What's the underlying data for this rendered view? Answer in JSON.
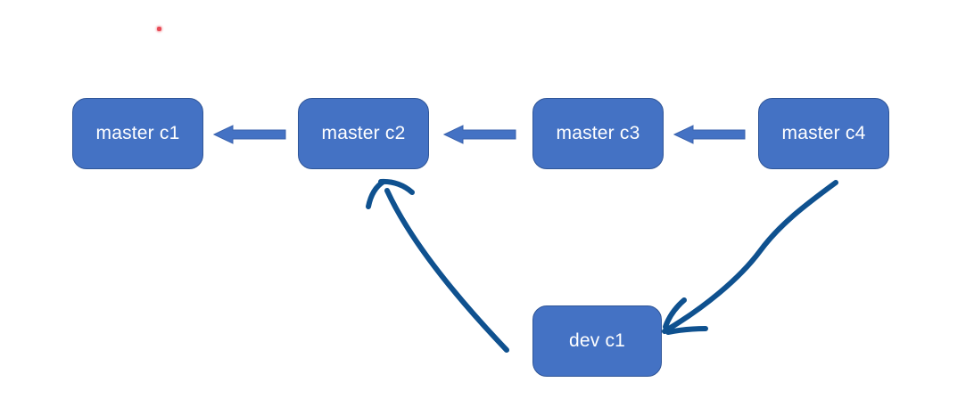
{
  "diagram": {
    "nodes": [
      {
        "id": "master-c1",
        "label": "master c1"
      },
      {
        "id": "master-c2",
        "label": "master c2"
      },
      {
        "id": "master-c3",
        "label": "master c3"
      },
      {
        "id": "master-c4",
        "label": "master c4"
      },
      {
        "id": "dev-c1",
        "label": "dev c1"
      }
    ],
    "edges": [
      {
        "from": "master c2",
        "to": "master c1",
        "style": "block-arrow"
      },
      {
        "from": "master c3",
        "to": "master c2",
        "style": "block-arrow"
      },
      {
        "from": "master c4",
        "to": "master c3",
        "style": "block-arrow"
      },
      {
        "from": "dev c1",
        "to": "master c2",
        "style": "hand-drawn-arrow"
      },
      {
        "from": "master c4",
        "to": "dev c1",
        "style": "hand-drawn-arrow"
      }
    ],
    "colors": {
      "node_fill": "#4472c4",
      "node_border": "#2f5597",
      "node_text": "#ffffff",
      "block_arrow_fill": "#4472c4",
      "block_arrow_border": "#3a62ad",
      "ink": "#0f518f",
      "marker_dot": "#e84b57",
      "background": "#ffffff"
    }
  }
}
